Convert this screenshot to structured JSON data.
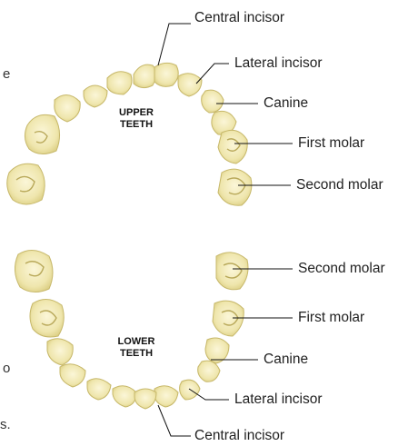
{
  "colors": {
    "tooth_fill": "#efe6ad",
    "tooth_stroke": "#c7b86a",
    "line": "#111111",
    "text": "#222222"
  },
  "upper": {
    "title_line1": "UPPER",
    "title_line2": "TEETH",
    "labels": {
      "central_incisor": "Central incisor",
      "lateral_incisor": "Lateral incisor",
      "canine": "Canine",
      "first_molar": "First molar",
      "second_molar": "Second molar"
    }
  },
  "lower": {
    "title_line1": "LOWER",
    "title_line2": "TEETH",
    "labels": {
      "second_molar": "Second molar",
      "first_molar": "First molar",
      "canine": "Canine",
      "lateral_incisor": "Lateral incisor",
      "central_incisor": "Central incisor"
    }
  },
  "cropped_text": {
    "top_left": "e",
    "bottom_left_1": "o",
    "bottom_left_2": "s."
  }
}
